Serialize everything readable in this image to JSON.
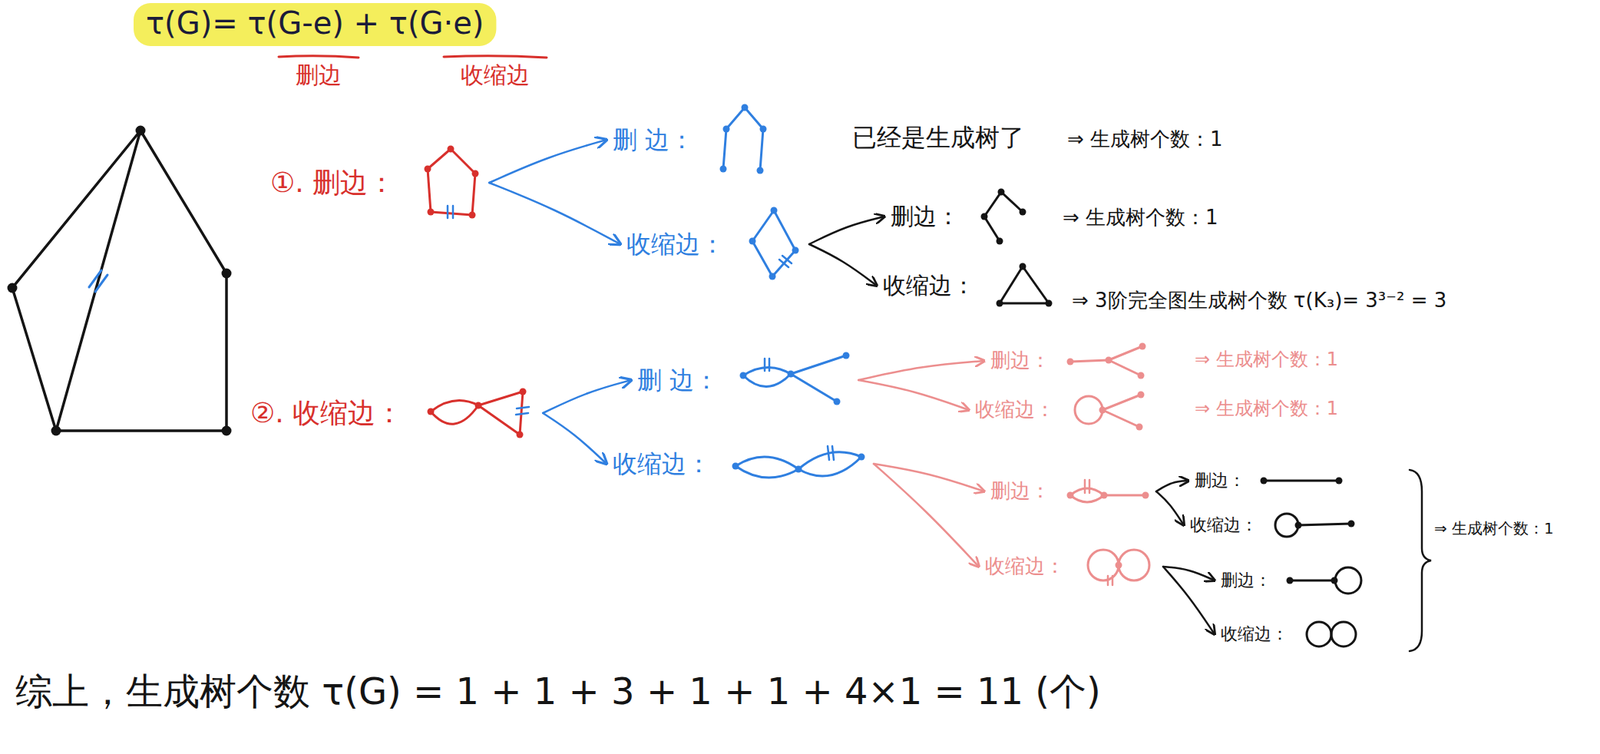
{
  "diagram": {
    "title": "τ(G)= τ(G-e) + τ(G·e)",
    "nodes": [
      {
        "text": [
          "①. 删边："
        ]
      },
      {
        "text": [
          "删 边："
        ]
      },
      {
        "text": [
          "收缩边："
        ]
      },
      {
        "text": [
          "删边："
        ]
      },
      {
        "text": [
          "收缩边："
        ]
      },
      {
        "text": [
          "②. 收缩边："
        ]
      },
      {
        "text": [
          "删 边："
        ]
      },
      {
        "text": [
          "收缩边："
        ]
      },
      {
        "text": [
          "删边："
        ]
      },
      {
        "text": [
          "收缩边："
        ]
      },
      {
        "text": [
          "删边："
        ]
      },
      {
        "text": [
          "收缩边："
        ]
      },
      {
        "text": [
          "删边："
        ]
      },
      {
        "text": [
          "收缩边："
        ]
      },
      {
        "text": [
          "删边："
        ]
      },
      {
        "text": [
          "收缩边："
        ]
      }
    ],
    "edges": [
      {
        "from": 0,
        "to": 1,
        "arrow": "to"
      },
      {
        "from": 0,
        "to": 2,
        "arrow": "to"
      },
      {
        "from": 2,
        "to": 3,
        "arrow": "to"
      },
      {
        "from": 2,
        "to": 4,
        "arrow": "to"
      },
      {
        "from": 5,
        "to": 6,
        "arrow": "to"
      },
      {
        "from": 5,
        "to": 7,
        "arrow": "to"
      },
      {
        "from": 6,
        "to": 8,
        "arrow": "to"
      },
      {
        "from": 6,
        "to": 9,
        "arrow": "to"
      },
      {
        "from": 7,
        "to": 10,
        "arrow": "to"
      },
      {
        "from": 7,
        "to": 11,
        "arrow": "to"
      },
      {
        "from": 10,
        "to": 12,
        "arrow": "to"
      },
      {
        "from": 10,
        "to": 13,
        "arrow": "to"
      },
      {
        "from": 11,
        "to": 14,
        "arrow": "to"
      },
      {
        "from": 11,
        "to": 15,
        "arrow": "to"
      }
    ],
    "labels": [
      "删边",
      "收缩边",
      "已经是生成树了",
      "⇒ 生成树个数：1",
      "⇒ 生成树个数：1",
      "⇒ 3阶完全图生成树个数 τ(K₃)= 3³⁻² = 3",
      "⇒ 生成树个数：1",
      "⇒ 生成树个数：1",
      "⇒ 生成树个数：1",
      "综上，生成树个数 τ(G) = 1 + 1 + 3 + 1 + 1 + 4×1 = 11 (个)"
    ]
  }
}
